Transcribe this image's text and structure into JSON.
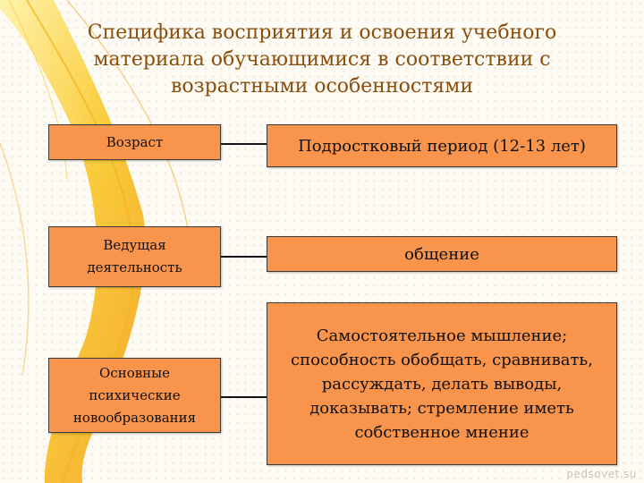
{
  "title": "Специфика восприятия и освоения учебного материала обучающимися в соответствии с возрастными особенностями",
  "rows": [
    {
      "label": "Возраст",
      "value": "Подростковый период (12-13 лет)"
    },
    {
      "label": "Ведущая деятельность",
      "value": "общение"
    },
    {
      "label": "Основные психические новообразования",
      "value": "Самостоятельное мышление; способность обобщать, сравнивать, рассуждать, делать выводы, доказывать; стремление иметь собственное мнение"
    }
  ],
  "watermark": "pedsovet.su",
  "colors": {
    "box_fill": "#f8944c",
    "title": "#8a4e0e",
    "connector": "#151515"
  }
}
